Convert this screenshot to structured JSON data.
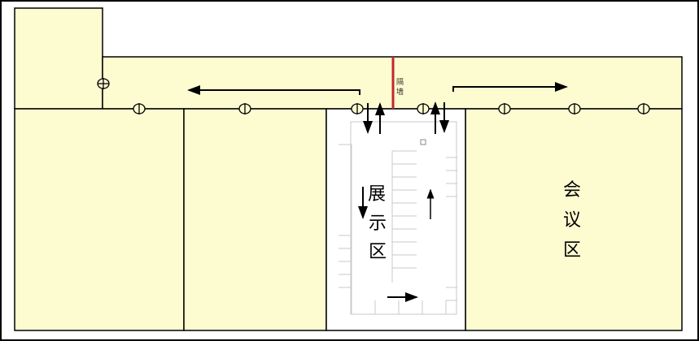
{
  "colors": {
    "room_fill": "#fdfbd0",
    "wall": "#000000",
    "partition": "#c0282d",
    "grid": "#c8c8c8"
  },
  "labels": {
    "display_area": [
      "展",
      "示",
      "区"
    ],
    "meeting_area": [
      "会",
      "议",
      "区"
    ],
    "partition_label": "隔墙"
  },
  "icons": {
    "door": "door-symbol-icon",
    "arrow": "flow-arrow-icon"
  }
}
